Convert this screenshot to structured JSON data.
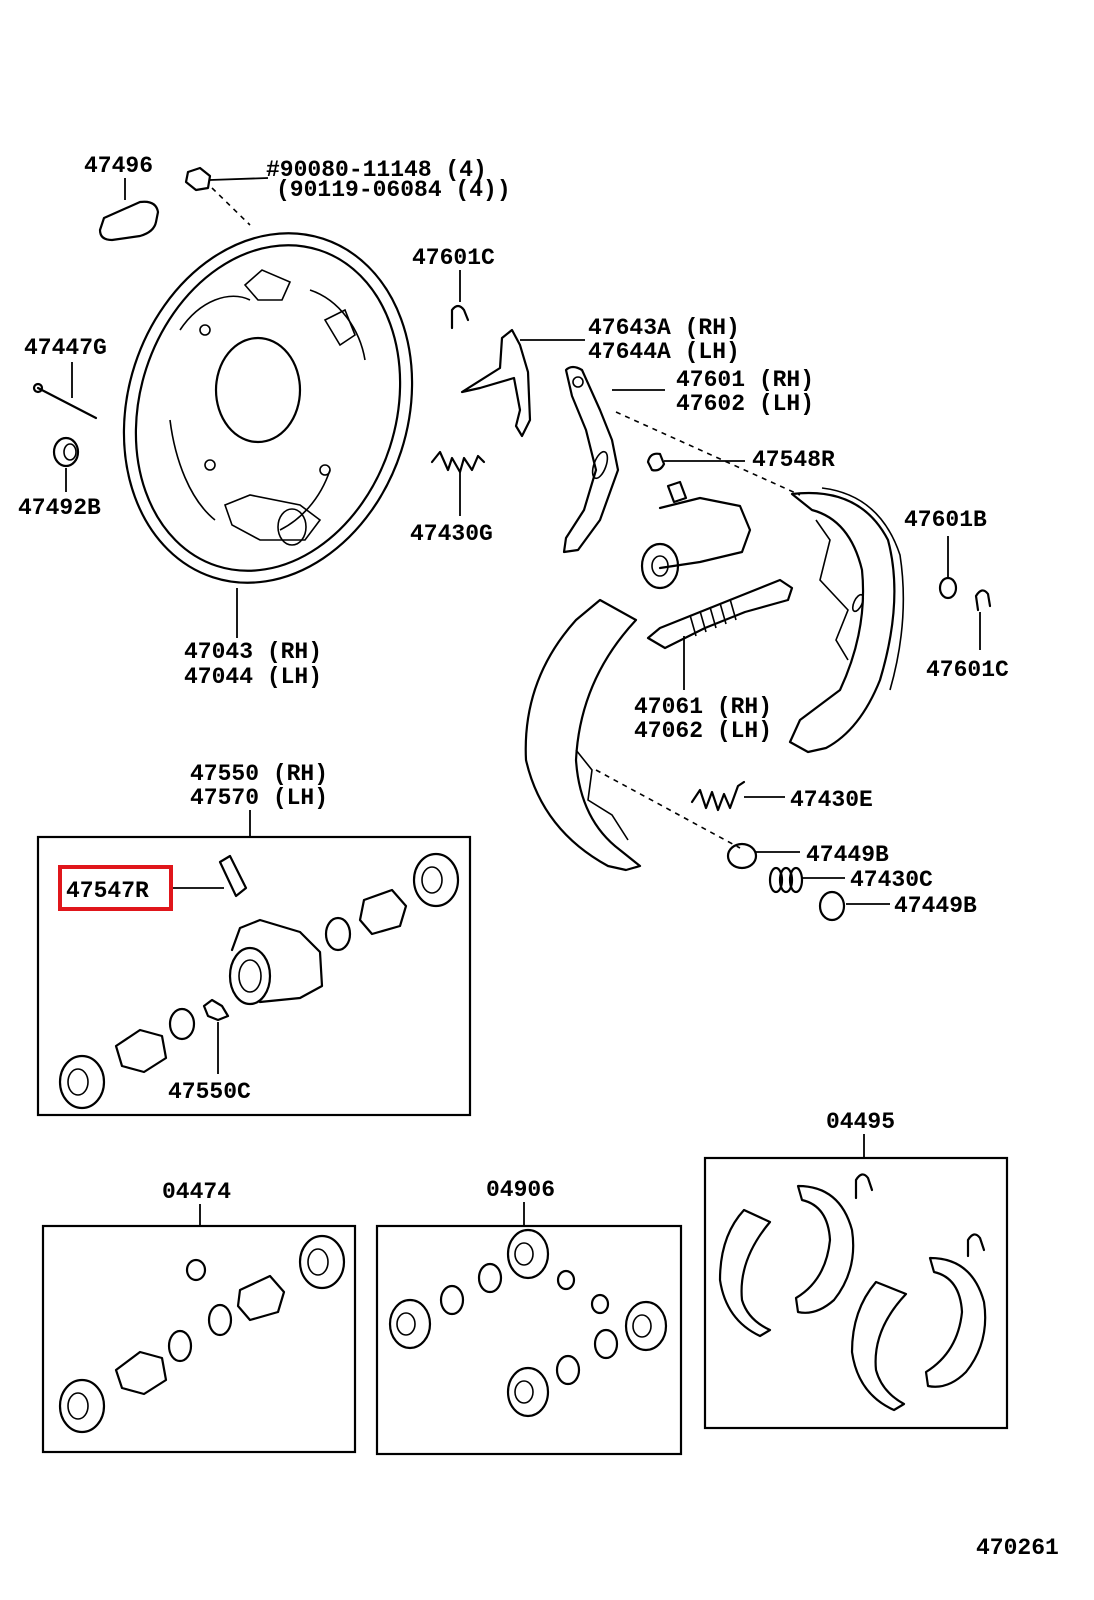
{
  "labels": {
    "l47496": "47496",
    "l90080": "#90080-11148 (4)",
    "l90119": "(90119-06084 (4))",
    "l47447G": "47447G",
    "l47492B": "47492B",
    "l47043": "47043 (RH)",
    "l47044": "47044 (LH)",
    "l47601C_a": "47601C",
    "l47643A": "47643A (RH)",
    "l47644A": "47644A (LH)",
    "l47601": "47601 (RH)",
    "l47602": "47602 (LH)",
    "l47548R": "47548R",
    "l47430G": "47430G",
    "l47601B": "47601B",
    "l47601C_b": "47601C",
    "l47061": "47061 (RH)",
    "l47062": "47062 (LH)",
    "l47550": "47550 (RH)",
    "l47570": "47570 (LH)",
    "l47547R": "47547R",
    "l47550C": "47550C",
    "l47430E": "47430E",
    "l47449B_a": "47449B",
    "l47430C": "47430C",
    "l47449B_b": "47449B",
    "l04495": "04495",
    "l04474": "04474",
    "l04906": "04906",
    "l470261": "470261"
  },
  "highlight": {
    "part": "47547R",
    "color": "#e0161b"
  }
}
